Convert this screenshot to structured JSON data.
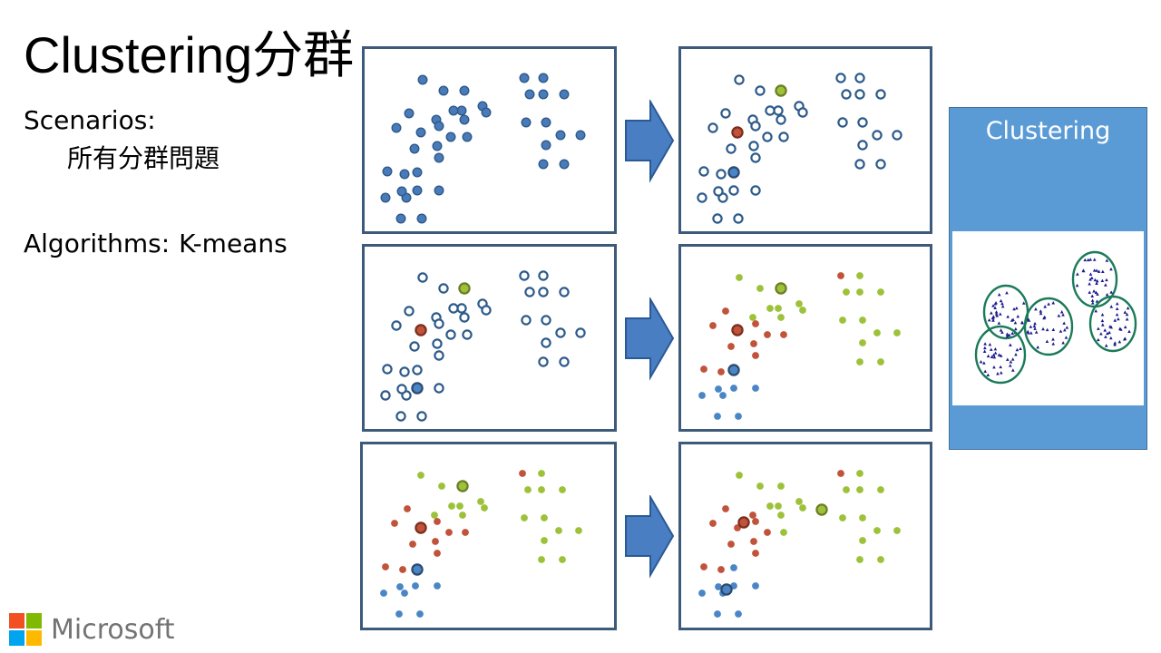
{
  "slide": {
    "title": "Clustering分群",
    "scenarios_label": "Scenarios:",
    "scenarios_item": "所有分群問題",
    "algorithms_label": "Algorithms:",
    "algorithms_value": "K-means"
  },
  "side_card": {
    "title": "Clustering",
    "figure_marker_color": "#1a1a8c",
    "figure_circle_color": "#1a7a5a"
  },
  "logo": {
    "text": "Microsoft"
  },
  "colors": {
    "panel_border": "#3d5a7a",
    "point_blue": "#4a7ab8",
    "point_blue_outline": "#2c5a8a",
    "cluster_green": "#9dc23a",
    "cluster_red": "#c0533a",
    "cluster_blue": "#4a86c6",
    "arrow_fill": "#4a7ec2",
    "arrow_stroke": "#2a5a96",
    "card_bg": "#5b9bd5",
    "ms_red": "#f25022",
    "ms_green": "#7fba00",
    "ms_blue": "#00a4ef",
    "ms_yellow": "#ffb900"
  },
  "kmeans_steps": [
    {
      "step": "initial points",
      "points": [
        [
          0,
          25,
          36,
          "#4a7ab8"
        ],
        [
          1,
          47,
          45,
          "#4a7ab8"
        ],
        [
          2,
          67,
          45,
          "#4a7ab8"
        ],
        [
          3,
          82,
          55,
          "#4a7ab8"
        ],
        [
          4,
          62,
          61,
          "#4a7ab8"
        ],
        [
          5,
          67,
          66,
          "#4a7ab8"
        ],
        [
          6,
          55,
          66,
          "#4a7ab8"
        ],
        [
          7,
          52,
          72,
          "#4a7ab8"
        ],
        [
          8,
          32,
          68,
          "#4a7ab8"
        ],
        [
          9,
          50,
          82,
          "#4a7ab8"
        ],
        [
          10,
          48,
          85,
          "#4a7ab8"
        ],
        [
          11,
          27,
          88,
          "#4a7ab8"
        ],
        [
          12,
          41,
          90,
          "#4a7ab8"
        ],
        [
          13,
          58,
          95,
          "#4a7ab8"
        ],
        [
          14,
          27,
          110,
          "#4a7ab8"
        ],
        [
          15,
          41,
          105,
          "#4a7ab8"
        ],
        [
          16,
          32,
          136,
          "#4a7ab8"
        ],
        [
          17,
          55,
          136,
          "#4a7ab8"
        ],
        [
          18,
          50,
          155,
          "#4a7ab8"
        ],
        [
          19,
          60,
          158,
          "#4a7ab8"
        ],
        [
          20,
          50,
          179,
          "#4a7ab8"
        ],
        [
          21,
          67,
          179,
          "#4a7ab8"
        ],
        [
          22,
          48,
          188,
          "#4a7ab8"
        ],
        [
          23,
          37,
          213,
          "#4a7ab8"
        ],
        [
          24,
          27,
          215,
          "#4a7ab8"
        ],
        [
          25,
          45,
          213,
          "#4a7ab8"
        ],
        [
          26,
          35,
          238,
          "#4a7ab8"
        ],
        [
          27,
          59,
          237,
          "#4a7ab8"
        ],
        [
          28,
          176,
          85,
          "#4a7ab8"
        ],
        [
          29,
          197,
          85,
          "#4a7ab8"
        ],
        [
          30,
          182,
          103,
          "#4a7ab8"
        ],
        [
          31,
          197,
          103,
          "#4a7ab8"
        ],
        [
          32,
          220,
          103,
          "#4a7ab8"
        ],
        [
          33,
          178,
          134,
          "#4a7ab8"
        ],
        [
          34,
          200,
          134,
          "#4a7ab8"
        ],
        [
          35,
          214,
          148,
          "#4a7ab8"
        ],
        [
          36,
          237,
          148,
          "#4a7ab8"
        ],
        [
          37,
          203,
          158,
          "#4a7ab8"
        ],
        [
          38,
          197,
          180,
          "#4a7ab8"
        ],
        [
          39,
          220,
          180,
          "#4a7ab8"
        ]
      ]
    }
  ]
}
